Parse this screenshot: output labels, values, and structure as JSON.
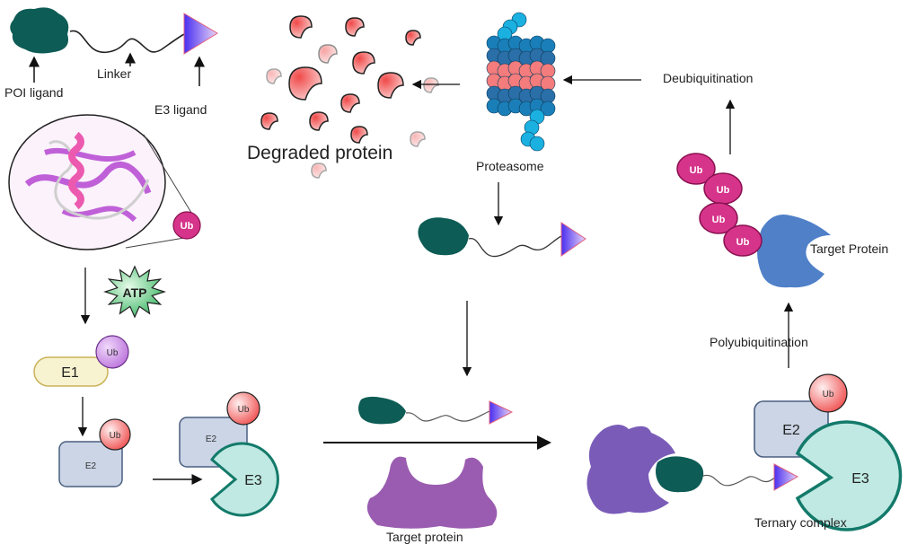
{
  "labels": {
    "poi_ligand": "POI ligand",
    "linker": "Linker",
    "e3_ligand": "E3 ligand",
    "degraded_protein": "Degraded protein",
    "proteasome": "Proteasome",
    "deubiquitination": "Deubiquitination",
    "target_protein_top": "Target Protein",
    "polyubiquitination": "Polyubiquitination",
    "target_protein_bottom": "Target protein",
    "ternary_complex": "Ternary complex"
  },
  "molecules": {
    "ub": "Ub",
    "atp": "ATP",
    "e1": "E1",
    "e2": "E2",
    "e3": "E3"
  },
  "colors": {
    "poi_ligand": "#0d5c55",
    "e3_ligand": "#5a3cf0",
    "ubiquitin": "#d6348a",
    "degraded_fragment": "#f06a6a",
    "proteasome_blue": "#1a7fb8",
    "proteasome_red": "#f47c7c",
    "target_protein_blue": "#4f80c8",
    "target_protein_purple": "#9a5cb0",
    "e3": "#bfe9e2",
    "e2": "#cbd5e6",
    "e1": "#f7f2d0",
    "atp": "#2fb860"
  }
}
